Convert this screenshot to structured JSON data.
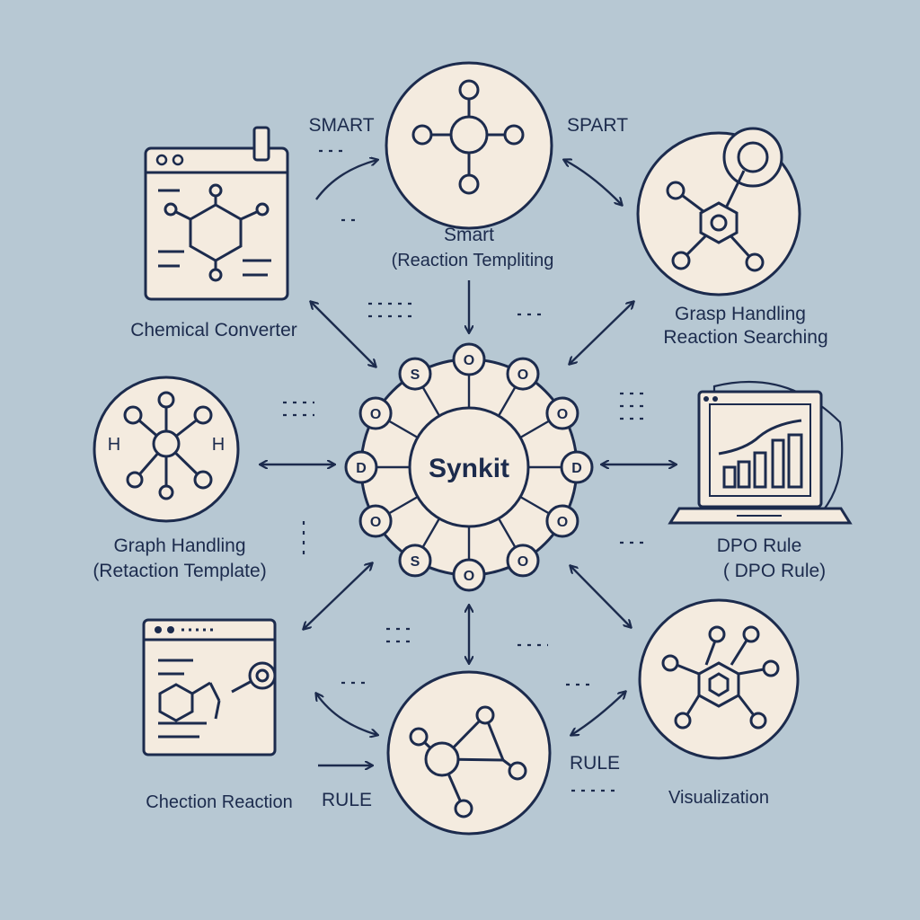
{
  "colors": {
    "background": "#b7c8d3",
    "ink": "#1c2b4d",
    "fill": "#f4ebdf"
  },
  "hub": {
    "title": "Synkit",
    "ring_letters": [
      "O",
      "O",
      "O",
      "D",
      "O",
      "O",
      "O",
      "S",
      "O",
      "D",
      "O",
      "S"
    ]
  },
  "top": {
    "label_left": "SMART",
    "label_right": "SPART",
    "caption_line1": "Smart",
    "caption_line2": "(Reaction Templiting",
    "icon": "molecule-node-icon"
  },
  "top_left": {
    "caption": "Chemical Converter",
    "icon": "browser-hexagon-icon"
  },
  "top_right": {
    "caption_line1": "Grasp  Handling",
    "caption_line2": "Reaction Searching",
    "icon": "benzene-network-icon"
  },
  "left": {
    "caption_line1": "Graph Handling",
    "caption_line2": "(Retaction Template)",
    "atom_left": "H",
    "atom_right": "H",
    "icon": "atom-graph-icon"
  },
  "right": {
    "caption_line1": "DPO Rule",
    "caption_line2": "( DPO Rule)",
    "icon": "laptop-chart-icon"
  },
  "bottom_left": {
    "caption": "Chection Reaction",
    "icon": "browser-reaction-icon"
  },
  "bottom": {
    "label_left": "RULE",
    "label_right": "RULE",
    "icon": "triangle-graph-icon"
  },
  "bottom_right": {
    "caption": "Visualization",
    "icon": "hexagon-nodes-icon"
  }
}
